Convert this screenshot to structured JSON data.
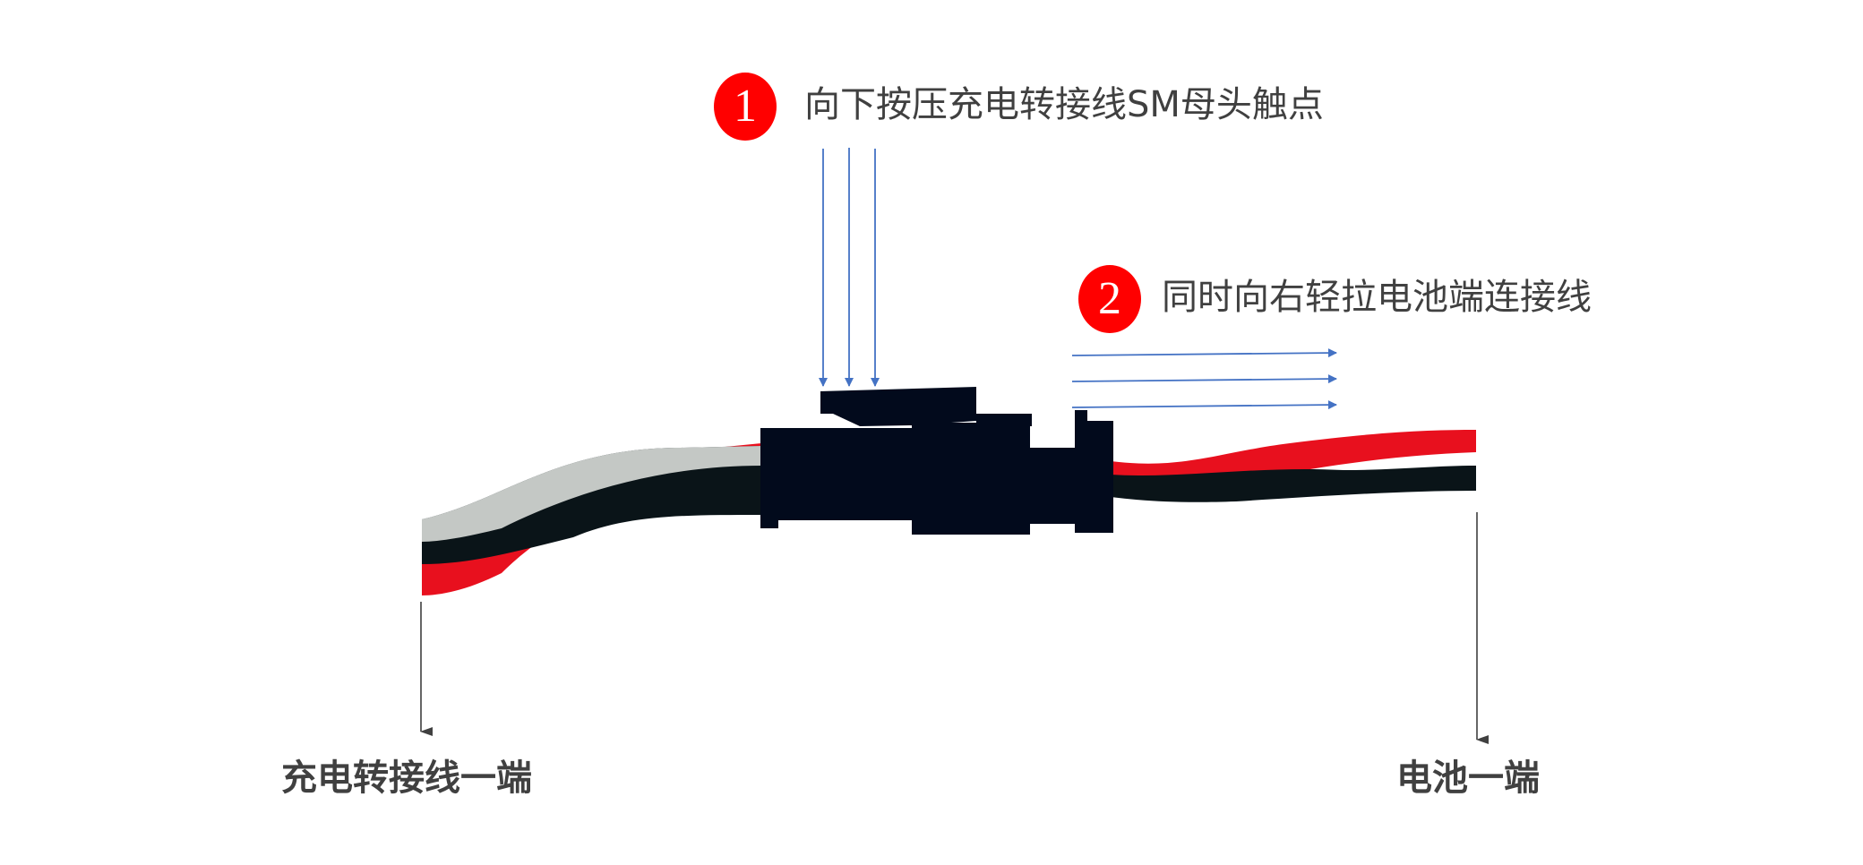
{
  "steps": [
    {
      "number": "1",
      "text": "向下按压充电转接线SM母头触点"
    },
    {
      "number": "2",
      "text": "同时向右轻拉电池端连接线"
    }
  ],
  "labels": {
    "left": "充电转接线一端",
    "right": "电池一端"
  },
  "colors": {
    "badge": "#ff0000",
    "arrow_blue": "#4472c4",
    "text": "#404040",
    "wire_red": "#e8101e",
    "wire_black": "#0a1418",
    "connector": "#020a1c"
  }
}
